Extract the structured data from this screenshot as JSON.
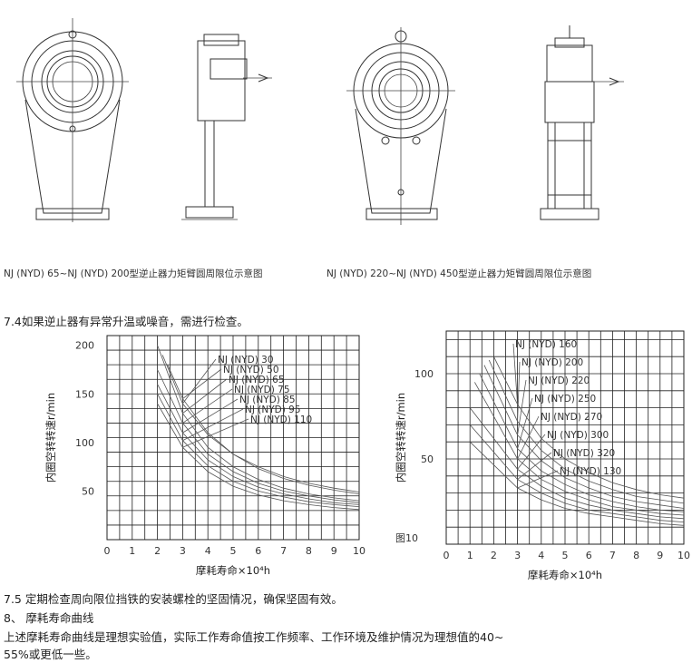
{
  "drawings": {
    "caption_left": "NJ (NYD) 65~NJ (NYD) 200型逆止器力矩臂圆周限位示意图",
    "caption_right": "NJ (NYD) 220~NJ (NYD) 450型逆止器力矩臂圆周限位示意图"
  },
  "sections": {
    "item_7_4": "7.4如果逆止器有异常升温或噪音，需进行检查。",
    "item_7_5": "7.5 定期检查周向限位挡铁的安装螺栓的坚固情况，确保坚固有效。",
    "item_8_title": "8、 摩耗寿命曲线",
    "item_8_body_line1": "上述摩耗寿命曲线是理想实验值，实际工作寿命值按工作频率、工作环境及维护情况为理想值的40~",
    "item_8_body_line2": "55%或更低一些。"
  },
  "figure_label": "图10",
  "chart_data": [
    {
      "type": "line",
      "xlabel": "摩耗寿命×10⁴h",
      "ylabel": "内圈空转转速r/min",
      "x_ticks": [
        "0",
        "1",
        "2",
        "3",
        "4",
        "5",
        "6",
        "7",
        "8",
        "9",
        "10"
      ],
      "y_ticks": [
        "50",
        "100",
        "150",
        "200"
      ],
      "xlim": [
        0,
        10
      ],
      "ylim": [
        0,
        210
      ],
      "grid": true,
      "series": [
        {
          "name": "NJ (NYD) 30",
          "x": [
            2.2,
            3,
            4,
            5,
            6,
            7,
            8,
            9,
            10
          ],
          "y": [
            190,
            140,
            108,
            88,
            75,
            65,
            58,
            53,
            49
          ]
        },
        {
          "name": "NJ (NYD) 50",
          "x": [
            2.4,
            3,
            4,
            5,
            6,
            7,
            8,
            9,
            10
          ],
          "y": [
            180,
            145,
            110,
            88,
            73,
            63,
            56,
            51,
            47
          ]
        },
        {
          "name": "NJ (NYD) 65",
          "x": [
            2.0,
            3,
            4,
            5,
            6,
            7,
            8,
            9,
            10
          ],
          "y": [
            200,
            130,
            95,
            75,
            62,
            53,
            47,
            43,
            40
          ]
        },
        {
          "name": "NJ (NYD) 75",
          "x": [
            2.0,
            3,
            4,
            5,
            6,
            7,
            8,
            9,
            10
          ],
          "y": [
            175,
            120,
            88,
            70,
            58,
            50,
            45,
            41,
            38
          ]
        },
        {
          "name": "NJ (NYD) 85",
          "x": [
            2.0,
            3,
            4,
            5,
            6,
            7,
            8,
            9,
            10
          ],
          "y": [
            160,
            110,
            82,
            65,
            54,
            47,
            42,
            38,
            36
          ]
        },
        {
          "name": "NJ (NYD) 95",
          "x": [
            2.0,
            3,
            4,
            5,
            6,
            7,
            8,
            9,
            10
          ],
          "y": [
            150,
            102,
            76,
            60,
            50,
            44,
            39,
            36,
            34
          ]
        },
        {
          "name": "NJ (NYD) 110",
          "x": [
            2.0,
            3,
            4,
            5,
            6,
            7,
            8,
            9,
            10
          ],
          "y": [
            140,
            95,
            70,
            55,
            46,
            40,
            36,
            33,
            31
          ]
        }
      ]
    },
    {
      "type": "line",
      "xlabel": "摩耗寿命×10⁴h",
      "ylabel": "内圈空转转速r/min",
      "x_ticks": [
        "0",
        "1",
        "2",
        "3",
        "4",
        "5",
        "6",
        "7",
        "8",
        "9",
        "10"
      ],
      "y_ticks": [
        "50",
        "100"
      ],
      "xlim": [
        0,
        10
      ],
      "ylim": [
        0,
        125
      ],
      "grid": true,
      "series": [
        {
          "name": "NJ (NYD) 160",
          "x": [
            2.0,
            3,
            4,
            5,
            6,
            7,
            8,
            9,
            10
          ],
          "y": [
            110,
            82,
            62,
            50,
            42,
            36,
            32,
            29,
            27
          ]
        },
        {
          "name": "NJ (NYD) 200",
          "x": [
            1.8,
            3,
            4,
            5,
            6,
            7,
            8,
            9,
            10
          ],
          "y": [
            108,
            72,
            55,
            44,
            37,
            32,
            28,
            26,
            24
          ]
        },
        {
          "name": "NJ (NYD) 220",
          "x": [
            1.6,
            3,
            4,
            5,
            6,
            7,
            8,
            9,
            10
          ],
          "y": [
            105,
            64,
            49,
            39,
            33,
            28,
            25,
            23,
            21
          ]
        },
        {
          "name": "NJ (NYD) 250",
          "x": [
            1.4,
            3,
            4,
            5,
            6,
            7,
            8,
            9,
            10
          ],
          "y": [
            100,
            56,
            43,
            35,
            29,
            25,
            22,
            20,
            19
          ]
        },
        {
          "name": "NJ (NYD) 270",
          "x": [
            1.2,
            3,
            4,
            5,
            6,
            7,
            8,
            9,
            10
          ],
          "y": [
            95,
            50,
            38,
            31,
            26,
            22,
            20,
            18,
            17
          ]
        },
        {
          "name": "NJ (NYD) 300",
          "x": [
            1.0,
            3,
            4,
            5,
            6,
            7,
            8,
            9,
            10
          ],
          "y": [
            80,
            44,
            34,
            27,
            23,
            20,
            18,
            16,
            15
          ]
        },
        {
          "name": "NJ (NYD) 320",
          "x": [
            1.0,
            3,
            4,
            5,
            6,
            7,
            8,
            9,
            10
          ],
          "y": [
            70,
            38,
            30,
            24,
            20,
            18,
            16,
            14,
            13
          ]
        },
        {
          "name": "NJ (NYD) 130",
          "x": [
            1.0,
            3,
            4,
            5,
            6,
            7,
            8,
            9,
            10
          ],
          "y": [
            60,
            33,
            26,
            21,
            18,
            16,
            14,
            12,
            11
          ]
        }
      ]
    }
  ]
}
